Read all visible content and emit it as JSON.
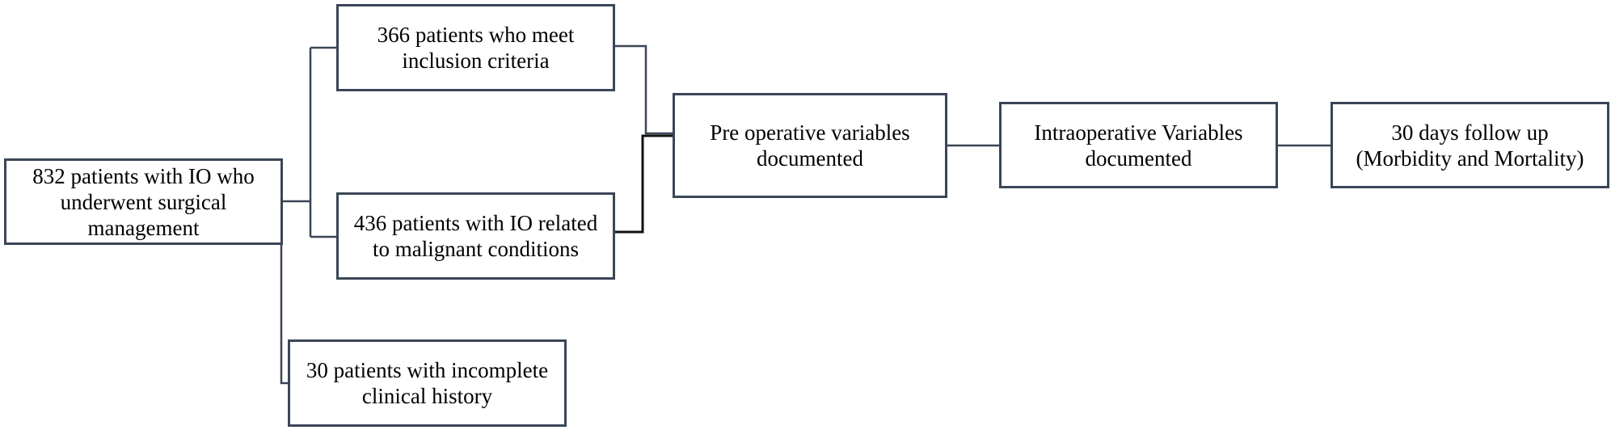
{
  "diagram": {
    "nodes": {
      "total": {
        "text": "832 patients with IO who\nunderwent surgical\nmanagement"
      },
      "inclusion": {
        "text": "366  patients who meet\ninclusion criteria"
      },
      "malignant": {
        "text": "436 patients with IO related\nto malignant conditions"
      },
      "incomplete": {
        "text": "30 patients with incomplete\nclinical history"
      },
      "preop": {
        "text": "Pre operative variables\ndocumented"
      },
      "intraop": {
        "text": "Intraoperative Variables\ndocumented"
      },
      "followup": {
        "text": "30 days follow up\n(Morbidity and Mortality)"
      }
    },
    "edges": [
      {
        "from": "total",
        "to": "inclusion"
      },
      {
        "from": "total",
        "to": "malignant"
      },
      {
        "from": "total",
        "to": "incomplete"
      },
      {
        "from": "inclusion",
        "to": "preop"
      },
      {
        "from": "malignant",
        "to": "preop"
      },
      {
        "from": "preop",
        "to": "intraop"
      },
      {
        "from": "intraop",
        "to": "followup"
      }
    ],
    "colors": {
      "box_border": "#3a4656",
      "connector": "#3a4656",
      "connector_dark": "#111111",
      "text": "#000000",
      "background": "#ffffff"
    }
  }
}
